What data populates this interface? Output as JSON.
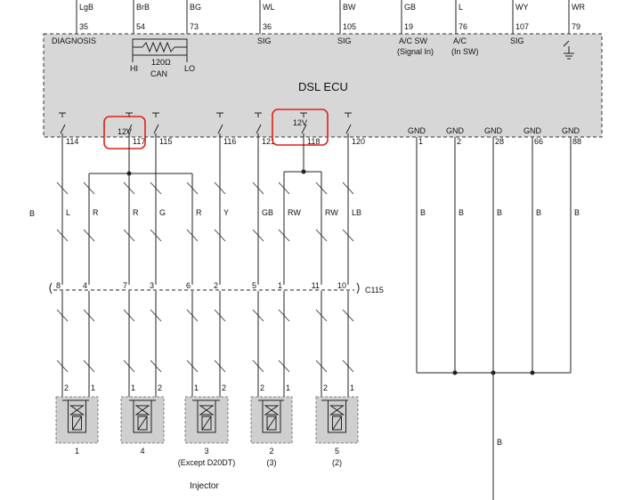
{
  "ecu": {
    "title": "DSL ECU",
    "top_pins": [
      {
        "wire": "LgB",
        "pin": "35",
        "signal": "DIAGNOSIS"
      },
      {
        "wire": "BrB",
        "pin": "54",
        "signal": ""
      },
      {
        "wire": "BG",
        "pin": "73",
        "signal": ""
      },
      {
        "wire": "WL",
        "pin": "36",
        "signal": "SIG"
      },
      {
        "wire": "BW",
        "pin": "105",
        "signal": "SIG"
      },
      {
        "wire": "GB",
        "pin": "19",
        "signal": "A/C SW",
        "signal_sub": "(Signal In)"
      },
      {
        "wire": "L",
        "pin": "76",
        "signal": "A/C",
        "signal_sub": "(In SW)"
      },
      {
        "wire": "WY",
        "pin": "107",
        "signal": "SIG"
      },
      {
        "wire": "WR",
        "pin": "79",
        "signal": ""
      }
    ],
    "resistor": {
      "value": "120Ω",
      "name": "CAN",
      "hi": "HI",
      "lo": "LO"
    },
    "bottom_pins": [
      "114",
      "117",
      "115",
      "116",
      "121",
      "118",
      "120"
    ],
    "highlights": [
      "12V",
      "12V"
    ],
    "gnd_pins": [
      {
        "label": "GND",
        "pin": "1"
      },
      {
        "label": "GND",
        "pin": "2"
      },
      {
        "label": "GND",
        "pin": "28"
      },
      {
        "label": "GND",
        "pin": "66"
      },
      {
        "label": "GND",
        "pin": "88"
      }
    ]
  },
  "left_wire_label": "B",
  "wire_colors": [
    "L",
    "R",
    "R",
    "G",
    "R",
    "Y",
    "GB",
    "RW",
    "RW",
    "LB"
  ],
  "gnd_wire_colors": [
    "B",
    "B",
    "B",
    "B",
    "B"
  ],
  "gnd_main_wire": "B",
  "connector": {
    "name": "C115",
    "pins": [
      "8",
      "4",
      "7",
      "3",
      "6",
      "2",
      "5",
      "1",
      "11",
      "10"
    ]
  },
  "injectors": [
    {
      "pins": [
        "2",
        "1"
      ],
      "number": "1",
      "note": ""
    },
    {
      "pins": [
        "1",
        "2"
      ],
      "number": "4",
      "note": ""
    },
    {
      "pins": [
        "1",
        "2"
      ],
      "number": "3",
      "note": "(Except D20DT)"
    },
    {
      "pins": [
        "2",
        "1"
      ],
      "number": "2",
      "note": "(3)"
    },
    {
      "pins": [
        "2",
        "1"
      ],
      "number": "5",
      "note": "(2)"
    }
  ],
  "caption": "Injector",
  "colors": {
    "ecu_fill": "#d7d7d7",
    "highlight": "#e2201c",
    "injector_fill": "#cfcfcf"
  }
}
